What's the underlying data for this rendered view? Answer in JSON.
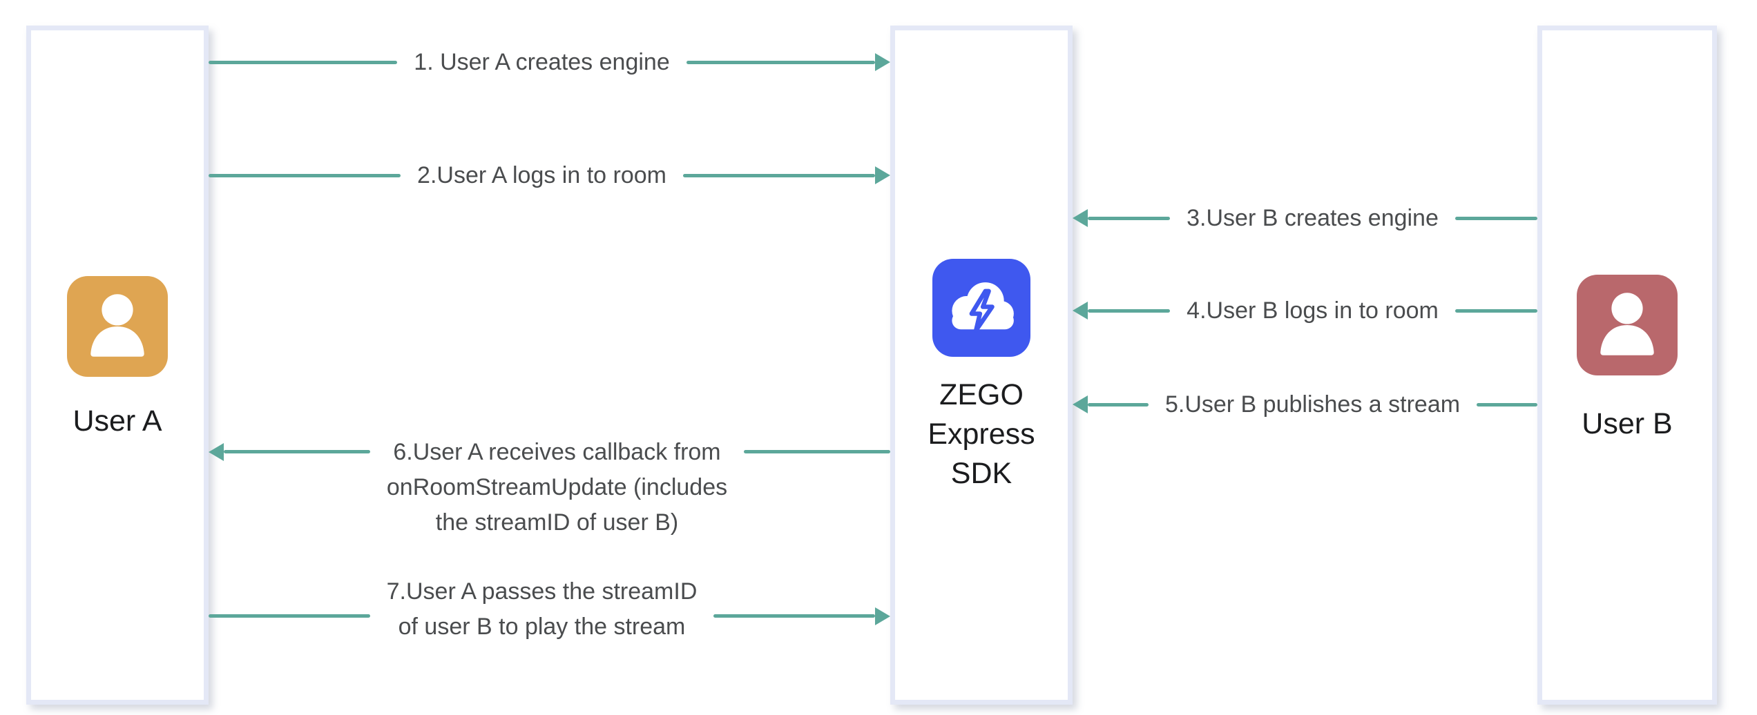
{
  "actors": {
    "user_a": {
      "label": "User A"
    },
    "sdk": {
      "label": "ZEGO\nExpress\nSDK"
    },
    "user_b": {
      "label": "User B"
    }
  },
  "messages": {
    "m1": {
      "label": "1. User A creates engine",
      "from": "User A",
      "to": "ZEGO Express SDK"
    },
    "m2": {
      "label": "2.User A logs in to room",
      "from": "User A",
      "to": "ZEGO Express SDK"
    },
    "m3": {
      "label": "3.User B creates engine",
      "from": "User B",
      "to": "ZEGO Express SDK"
    },
    "m4": {
      "label": "4.User B logs in to room",
      "from": "User B",
      "to": "ZEGO Express SDK"
    },
    "m5": {
      "label": "5.User B publishes a stream",
      "from": "User B",
      "to": "ZEGO Express SDK"
    },
    "m6": {
      "label": "6.User A receives callback from\nonRoomStreamUpdate (includes\nthe streamID of user B)",
      "from": "ZEGO Express SDK",
      "to": "User A"
    },
    "m7": {
      "label": "7.User A passes the streamID\nof user B to play the stream",
      "from": "User A",
      "to": "ZEGO Express SDK"
    }
  },
  "colors": {
    "arrow": "#5ca79a",
    "user_a": "#dfa552",
    "user_b": "#b9686c",
    "sdk_blue": "#3f58ef",
    "box_border": "#e4e8f6",
    "label_text": "#4a4c4e",
    "title_text": "#1b1c1e"
  }
}
